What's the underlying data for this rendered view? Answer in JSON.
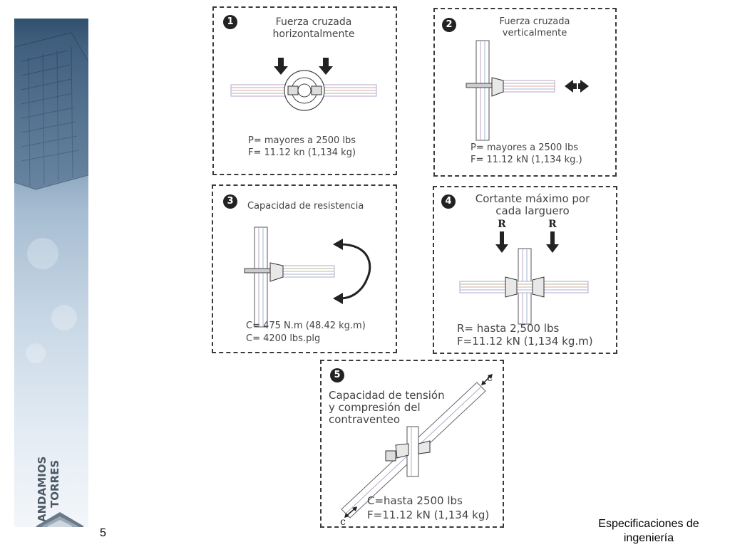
{
  "brand": {
    "name": "ANDAMIOS TORRES",
    "logo_text_1": "ANDAMIOS",
    "logo_text_2": "TORRES"
  },
  "panels": [
    {
      "number": "1",
      "title_line1": "Fuerza cruzada",
      "title_line2": "horizontalmente",
      "spec_line1": "P= mayores a 2500 lbs",
      "spec_line2": "F= 11.12 kn (1,134 kg)"
    },
    {
      "number": "2",
      "title_line1": "Fuerza cruzada",
      "title_line2": "verticalmente",
      "spec_line1": "P= mayores a 2500 lbs",
      "spec_line2": "F= 11.12 kN (1,134 kg.)"
    },
    {
      "number": "3",
      "title_line1": "Capacidad de resistencia",
      "spec_line1": "C= 475 N.m (48.42 kg.m)",
      "spec_line2": "C= 4200 lbs.plg"
    },
    {
      "number": "4",
      "title_line1": "Cortante máximo por",
      "title_line2": "cada larguero",
      "force_label_left": "R",
      "force_label_right": "R",
      "spec_line1": "R= hasta 2,500 lbs",
      "spec_line2": "F=11.12 kN (1,134 kg.m)"
    },
    {
      "number": "5",
      "title_line1": "Capacidad de tensión",
      "title_line2": "y compresión del",
      "title_line3": "contraventeo",
      "force_label_top": "c",
      "force_label_bottom": "c",
      "spec_line1": "C=hasta 2500 lbs",
      "spec_line2": "F=11.12 kN (1,134 kg)"
    }
  ],
  "footer": {
    "page_number": "5",
    "title_line1": "Especificaciones de",
    "title_line2": "ingeniería"
  }
}
